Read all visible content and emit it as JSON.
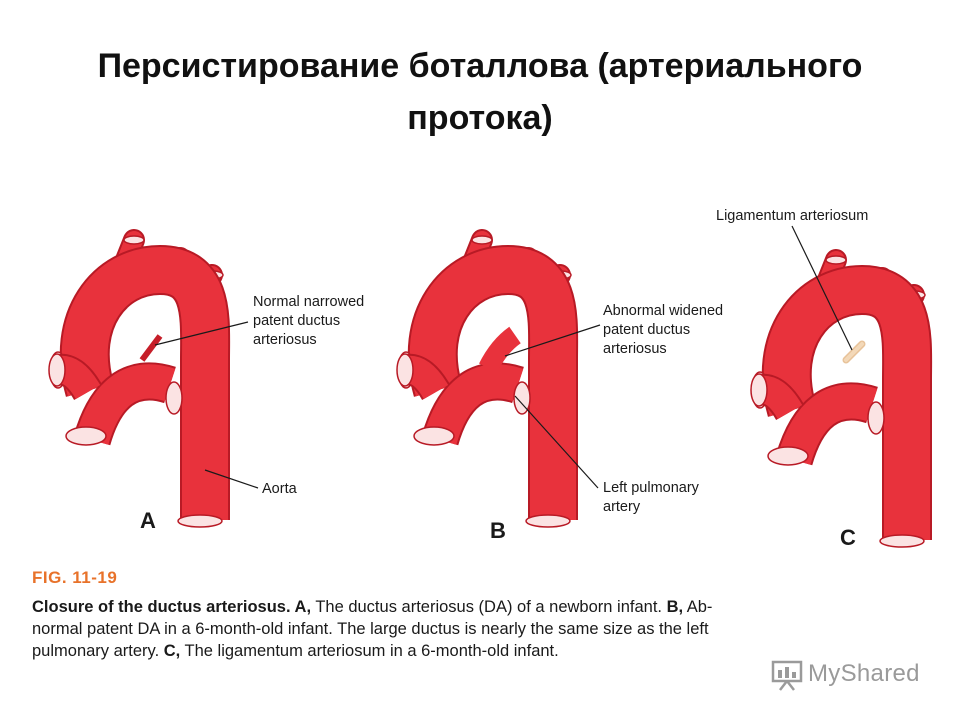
{
  "slide": {
    "title_line1": "Персистирование боталлова (артериального",
    "title_line2": "протока)"
  },
  "figure": {
    "panels": [
      {
        "letter": "A",
        "label_lines": [
          "Normal narrowed",
          "patent ductus",
          "arteriosus"
        ],
        "aorta_label": "Aorta"
      },
      {
        "letter": "B",
        "label_lines": [
          "Abnormal widened",
          "patent ductus",
          "arteriosus"
        ],
        "pulmonary_label_lines": [
          "Left pulmonary",
          "artery"
        ]
      },
      {
        "letter": "C",
        "label": "Ligamentum arteriosum"
      }
    ],
    "colors": {
      "vessel": "#e8323c",
      "vessel_dark": "#b81a25",
      "ligament": "#f3d8b8",
      "fig_number": "#e8722a"
    }
  },
  "caption": {
    "fig_number": "FIG. 11-19",
    "line1": {
      "t1": "Closure of the ductus arteriosus. ",
      "b1": "A,",
      "t2": " The ductus arteriosus (DA) of a newborn infant. ",
      "b2": "B,",
      "t3": " Ab-"
    },
    "line2": "normal patent DA in a 6-month-old infant. The large ductus is nearly the same size as the left",
    "line3": {
      "t1": "pulmonary artery. ",
      "b1": "C,",
      "t2": " The ligamentum arteriosum in a 6-month-old infant."
    }
  },
  "watermark": {
    "text": "MyShared"
  }
}
